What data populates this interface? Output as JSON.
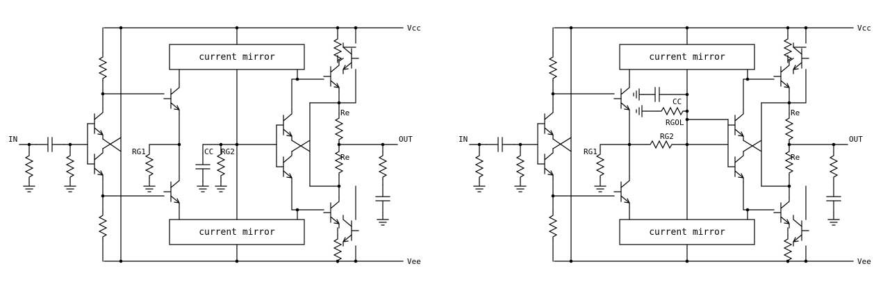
{
  "left": {
    "rails": {
      "vcc": "Vcc",
      "vee": "Vee"
    },
    "ports": {
      "input": "IN",
      "output": "OUT"
    },
    "mirror_top": "current mirror",
    "mirror_bottom": "current mirror",
    "components": {
      "rg1": "RG1",
      "cc": "CC",
      "rg2": "RG2",
      "re_top": "Re",
      "re_bottom": "Re"
    }
  },
  "right": {
    "rails": {
      "vcc": "Vcc",
      "vee": "Vee"
    },
    "ports": {
      "input": "IN",
      "output": "OUT"
    },
    "mirror_top": "current mirror",
    "mirror_bottom": "current mirror",
    "components": {
      "rg1": "RG1",
      "cc": "CC",
      "rgol": "RGOL",
      "rg2": "RG2",
      "re_top": "Re",
      "re_bottom": "Re"
    }
  }
}
